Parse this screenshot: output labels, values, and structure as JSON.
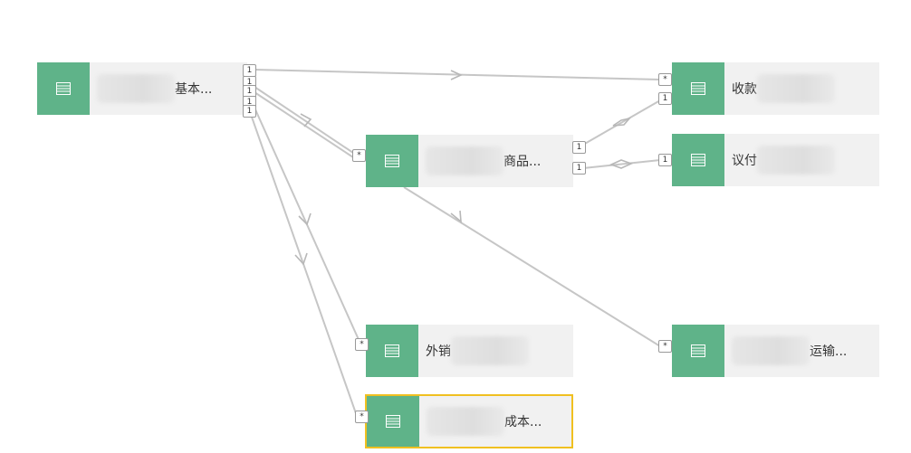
{
  "colors": {
    "node_icon_bg": "#5fb389",
    "node_bg": "#f1f1f1",
    "edge": "#c6c6c6",
    "selected_border": "#f0c020"
  },
  "tables": [
    {
      "id": "jiben",
      "label": "基本...",
      "blur": "before",
      "selected": false,
      "icon": "table-icon"
    },
    {
      "id": "shangpin",
      "label": "商品...",
      "blur": "before",
      "selected": false,
      "icon": "table-icon"
    },
    {
      "id": "shoukuan",
      "label": "收款",
      "blur": "after",
      "selected": false,
      "icon": "table-icon"
    },
    {
      "id": "yifu",
      "label": "议付",
      "blur": "after",
      "selected": false,
      "icon": "table-icon"
    },
    {
      "id": "waixiao",
      "label": "外销",
      "blur": "after",
      "selected": false,
      "icon": "table-icon"
    },
    {
      "id": "yunshu",
      "label": "运输...",
      "blur": "before",
      "selected": false,
      "icon": "table-icon"
    },
    {
      "id": "chengben",
      "label": "成本...",
      "blur": "before",
      "selected": true,
      "icon": "table-icon"
    }
  ],
  "relations": [
    {
      "from": "jiben",
      "to": "shoukuan",
      "from_card": "1",
      "to_card": "*"
    },
    {
      "from": "jiben",
      "to": "shangpin",
      "from_card": "1",
      "to_card": "*"
    },
    {
      "from": "jiben",
      "to": "waixiao",
      "from_card": "1",
      "to_card": "*"
    },
    {
      "from": "jiben",
      "to": "chengben",
      "from_card": "1",
      "to_card": "*"
    },
    {
      "from": "shangpin",
      "to": "shoukuan",
      "from_card": "1",
      "to_card": "1"
    },
    {
      "from": "shangpin",
      "to": "yifu",
      "from_card": "1",
      "to_card": "1"
    },
    {
      "from": "shangpin",
      "to": "yunshu",
      "from_card": "",
      "to_card": "*"
    }
  ]
}
